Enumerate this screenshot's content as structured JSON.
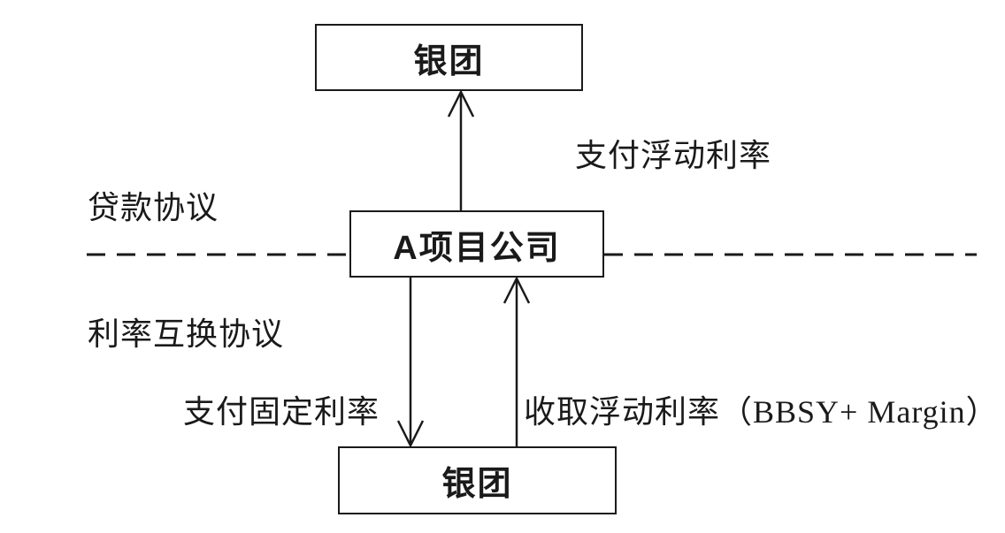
{
  "diagram": {
    "boxes": {
      "top": {
        "label": "银团"
      },
      "middle": {
        "label": "A项目公司"
      },
      "bottom": {
        "label": "银团"
      }
    },
    "annotations": {
      "loan_agreement": "贷款协议",
      "swap_agreement": "利率互换协议",
      "pay_floating": "支付浮动利率",
      "pay_fixed": "支付固定利率",
      "receive_floating": "收取浮动利率（BBSY+ Margin）"
    },
    "colors": {
      "background": "#ffffff",
      "line": "#1a1a1a",
      "box_border": "#1a1a1a",
      "text": "#1a1a1a"
    }
  }
}
